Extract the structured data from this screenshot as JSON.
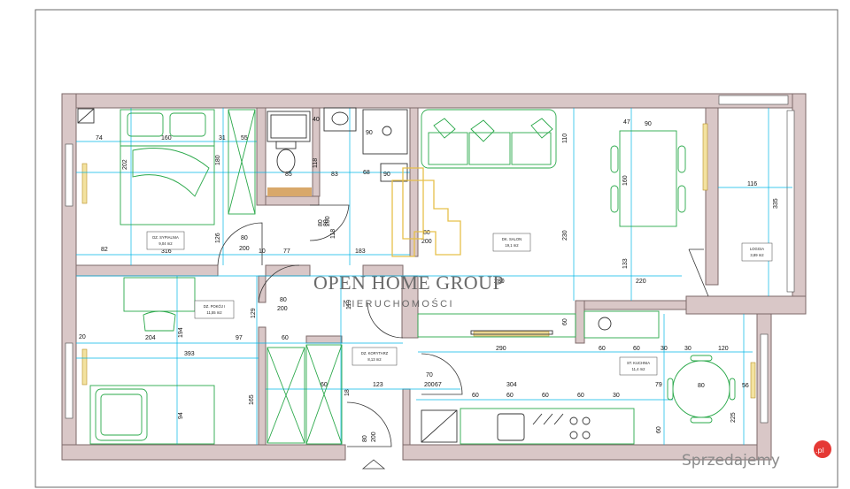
{
  "rooms": {
    "bedroom": {
      "name": "DZ. SYPIALNIA",
      "area": "9,04 m2"
    },
    "room": {
      "name": "DZ. POKÓJ I",
      "area": "11,55 m2"
    },
    "salon": {
      "name": "DK. SALON",
      "area": "19,1 m2"
    },
    "loggia": {
      "name": "LOGGIA",
      "area": "3,89 m2"
    },
    "corridor": {
      "name": "DZ. KORYTARZ",
      "area": "8,13 m2"
    },
    "kitchen": {
      "name": "ST. KUCHNIA",
      "area": "11,4 m2"
    }
  },
  "doors": {
    "bedroom_w": "80",
    "bedroom_h": "200",
    "bath_w": "80",
    "bath_h": "200",
    "room_w": "80",
    "room_h": "200",
    "wc_w": "80",
    "wc_h": "200",
    "small_w": "70",
    "small_h": "200",
    "entry_w": "80",
    "entry_h": "200"
  },
  "dimensions": [
    "74",
    "160",
    "31",
    "55",
    "40",
    "90",
    "47",
    "90",
    "202",
    "180",
    "118",
    "85",
    "83",
    "68",
    "90",
    "110",
    "160",
    "116",
    "335",
    "80",
    "118",
    "126",
    "82",
    "316",
    "10",
    "77",
    "183",
    "230",
    "133",
    "220",
    "280",
    "129",
    "119",
    "60",
    "20",
    "204",
    "194",
    "97",
    "60",
    "393",
    "290",
    "60",
    "60",
    "30",
    "30",
    "120",
    "60",
    "123",
    "304",
    "60",
    "60",
    "60",
    "60",
    "30",
    "79",
    "165",
    "94",
    "18",
    "67",
    "56",
    "80",
    "225",
    "60"
  ],
  "watermark": {
    "title": "OPEN HOME GROUP",
    "subtitle": "NIERUCHOMOŚCI"
  },
  "brand": {
    "name": "Sprzedajemy",
    "badge": ".pl"
  },
  "colors": {
    "wall": "#d9c7c7",
    "dimension": "#00b6e6",
    "furniture": "#2aa84a",
    "logo": "#e6c04a"
  }
}
